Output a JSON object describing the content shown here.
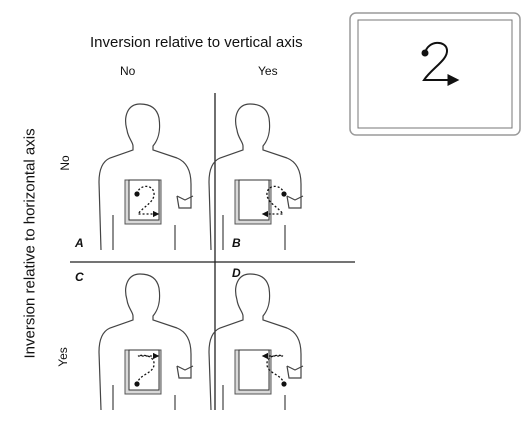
{
  "title_top": "Inversion relative to vertical axis",
  "title_left": "Inversion relative to horizontal axis",
  "columns": {
    "no": "No",
    "yes": "Yes"
  },
  "rows": {
    "no": "No",
    "yes": "Yes"
  },
  "quadrants": {
    "a": "A",
    "b": "B",
    "c": "C",
    "d": "D"
  },
  "inset_glyph": "2",
  "colors": {
    "line": "#222222",
    "panel_fill": "#d9d9d9",
    "inset_border": "#9a9a9a"
  }
}
